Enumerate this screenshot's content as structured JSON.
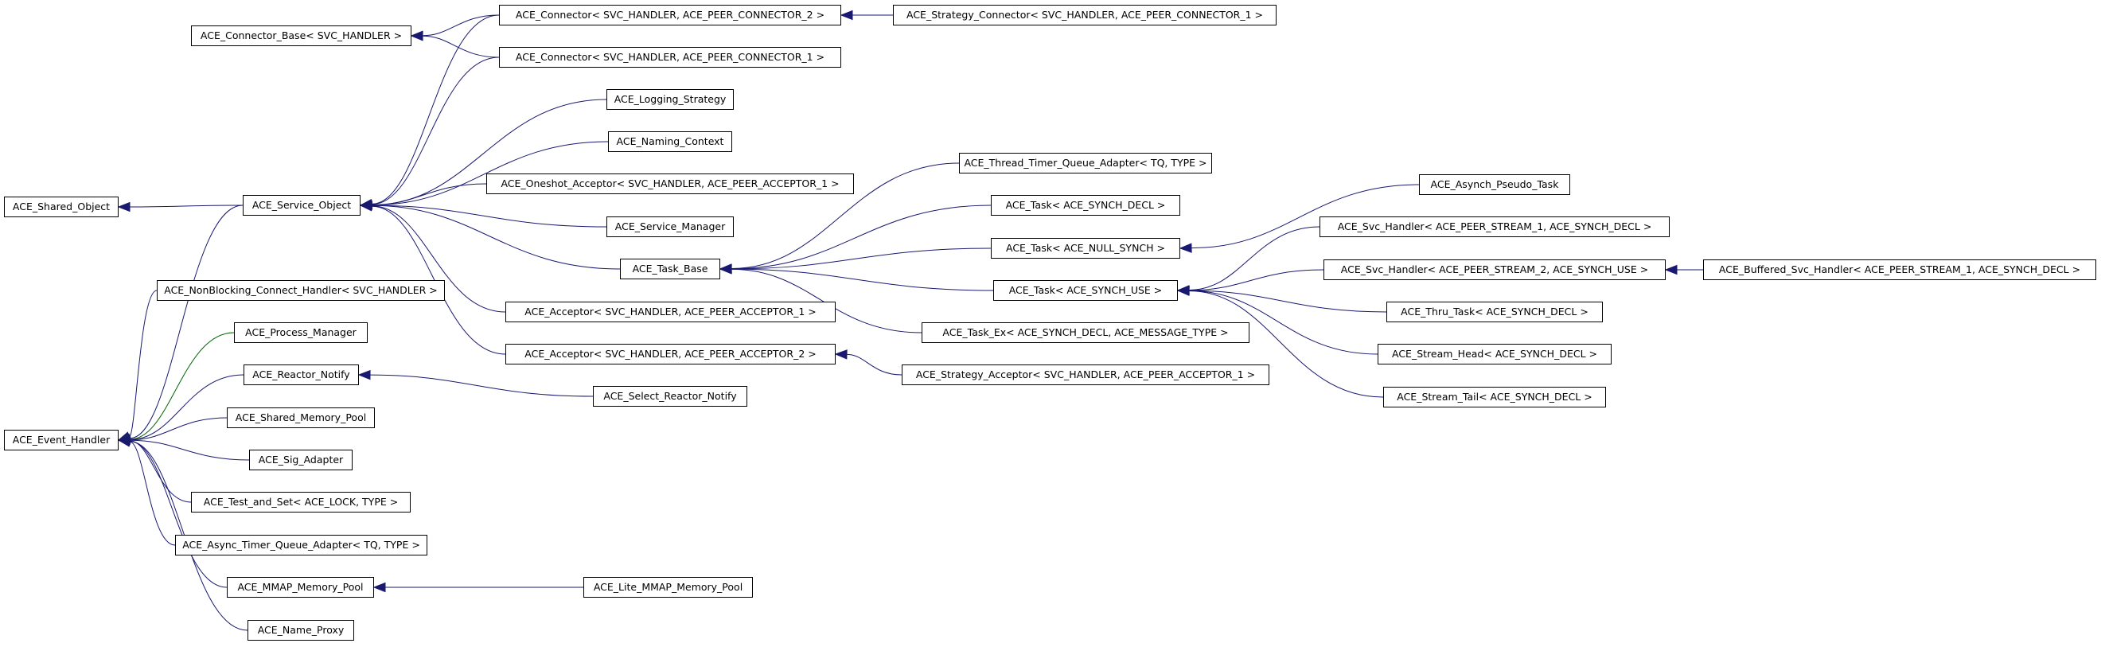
{
  "nodes": {
    "shared_object": "ACE_Shared_Object",
    "event_handler": "ACE_Event_Handler",
    "connector_base": "ACE_Connector_Base< SVC_HANDLER >",
    "service_object": "ACE_Service_Object",
    "nonblocking_connect_handler": "ACE_NonBlocking_Connect_Handler< SVC_HANDLER >",
    "process_manager": "ACE_Process_Manager",
    "reactor_notify": "ACE_Reactor_Notify",
    "shared_memory_pool": "ACE_Shared_Memory_Pool",
    "sig_adapter": "ACE_Sig_Adapter",
    "test_and_set": "ACE_Test_and_Set< ACE_LOCK, TYPE >",
    "async_timer_queue_adapter": "ACE_Async_Timer_Queue_Adapter< TQ, TYPE >",
    "mmap_memory_pool": "ACE_MMAP_Memory_Pool",
    "name_proxy": "ACE_Name_Proxy",
    "connector_2": "ACE_Connector< SVC_HANDLER, ACE_PEER_CONNECTOR_2 >",
    "connector_1": "ACE_Connector< SVC_HANDLER, ACE_PEER_CONNECTOR_1 >",
    "logging_strategy": "ACE_Logging_Strategy",
    "naming_context": "ACE_Naming_Context",
    "oneshot_acceptor": "ACE_Oneshot_Acceptor< SVC_HANDLER, ACE_PEER_ACCEPTOR_1 >",
    "service_manager": "ACE_Service_Manager",
    "task_base": "ACE_Task_Base",
    "acceptor_1": "ACE_Acceptor< SVC_HANDLER, ACE_PEER_ACCEPTOR_1 >",
    "acceptor_2": "ACE_Acceptor< SVC_HANDLER, ACE_PEER_ACCEPTOR_2 >",
    "select_reactor_notify": "ACE_Select_Reactor_Notify",
    "lite_mmap_memory_pool": "ACE_Lite_MMAP_Memory_Pool",
    "strategy_connector": "ACE_Strategy_Connector< SVC_HANDLER, ACE_PEER_CONNECTOR_1 >",
    "thread_timer_queue_adapter": "ACE_Thread_Timer_Queue_Adapter< TQ, TYPE >",
    "task_synch_decl": "ACE_Task< ACE_SYNCH_DECL >",
    "task_null_synch": "ACE_Task< ACE_NULL_SYNCH >",
    "task_synch_use": "ACE_Task< ACE_SYNCH_USE >",
    "task_ex": "ACE_Task_Ex< ACE_SYNCH_DECL, ACE_MESSAGE_TYPE >",
    "strategy_acceptor": "ACE_Strategy_Acceptor< SVC_HANDLER, ACE_PEER_ACCEPTOR_1 >",
    "asynch_pseudo_task": "ACE_Asynch_Pseudo_Task",
    "svc_handler_1": "ACE_Svc_Handler< ACE_PEER_STREAM_1, ACE_SYNCH_DECL >",
    "svc_handler_2": "ACE_Svc_Handler< ACE_PEER_STREAM_2, ACE_SYNCH_USE >",
    "thru_task": "ACE_Thru_Task< ACE_SYNCH_DECL >",
    "stream_head": "ACE_Stream_Head< ACE_SYNCH_DECL >",
    "stream_tail": "ACE_Stream_Tail< ACE_SYNCH_DECL >",
    "buffered_svc_handler": "ACE_Buffered_Svc_Handler< ACE_PEER_STREAM_1, ACE_SYNCH_DECL >"
  },
  "edges": [
    {
      "from": "service_object",
      "to": "shared_object",
      "color": "#191970"
    },
    {
      "from": "service_object",
      "to": "event_handler",
      "color": "#191970"
    },
    {
      "from": "nonblocking_connect_handler",
      "to": "event_handler",
      "color": "#191970"
    },
    {
      "from": "process_manager",
      "to": "event_handler",
      "color": "#006400"
    },
    {
      "from": "reactor_notify",
      "to": "event_handler",
      "color": "#191970"
    },
    {
      "from": "shared_memory_pool",
      "to": "event_handler",
      "color": "#191970"
    },
    {
      "from": "sig_adapter",
      "to": "event_handler",
      "color": "#191970"
    },
    {
      "from": "test_and_set",
      "to": "event_handler",
      "color": "#191970"
    },
    {
      "from": "async_timer_queue_adapter",
      "to": "event_handler",
      "color": "#191970"
    },
    {
      "from": "mmap_memory_pool",
      "to": "event_handler",
      "color": "#191970"
    },
    {
      "from": "name_proxy",
      "to": "event_handler",
      "color": "#191970"
    },
    {
      "from": "connector_2",
      "to": "connector_base",
      "color": "#191970"
    },
    {
      "from": "connector_1",
      "to": "connector_base",
      "color": "#191970"
    },
    {
      "from": "connector_2",
      "to": "service_object",
      "color": "#191970"
    },
    {
      "from": "connector_1",
      "to": "service_object",
      "color": "#191970"
    },
    {
      "from": "logging_strategy",
      "to": "service_object",
      "color": "#191970"
    },
    {
      "from": "naming_context",
      "to": "service_object",
      "color": "#191970"
    },
    {
      "from": "oneshot_acceptor",
      "to": "service_object",
      "color": "#191970"
    },
    {
      "from": "service_manager",
      "to": "service_object",
      "color": "#191970"
    },
    {
      "from": "task_base",
      "to": "service_object",
      "color": "#191970"
    },
    {
      "from": "acceptor_1",
      "to": "service_object",
      "color": "#191970"
    },
    {
      "from": "acceptor_2",
      "to": "service_object",
      "color": "#191970"
    },
    {
      "from": "select_reactor_notify",
      "to": "reactor_notify",
      "color": "#191970"
    },
    {
      "from": "lite_mmap_memory_pool",
      "to": "mmap_memory_pool",
      "color": "#191970"
    },
    {
      "from": "strategy_connector",
      "to": "connector_2",
      "color": "#191970"
    },
    {
      "from": "strategy_acceptor",
      "to": "acceptor_2",
      "color": "#191970"
    },
    {
      "from": "thread_timer_queue_adapter",
      "to": "task_base",
      "color": "#191970"
    },
    {
      "from": "task_synch_decl",
      "to": "task_base",
      "color": "#191970"
    },
    {
      "from": "task_null_synch",
      "to": "task_base",
      "color": "#191970"
    },
    {
      "from": "task_synch_use",
      "to": "task_base",
      "color": "#191970"
    },
    {
      "from": "task_ex",
      "to": "task_base",
      "color": "#191970"
    },
    {
      "from": "asynch_pseudo_task",
      "to": "task_null_synch",
      "color": "#191970"
    },
    {
      "from": "svc_handler_1",
      "to": "task_synch_use",
      "color": "#191970"
    },
    {
      "from": "svc_handler_2",
      "to": "task_synch_use",
      "color": "#191970"
    },
    {
      "from": "thru_task",
      "to": "task_synch_use",
      "color": "#191970"
    },
    {
      "from": "stream_head",
      "to": "task_synch_use",
      "color": "#191970"
    },
    {
      "from": "stream_tail",
      "to": "task_synch_use",
      "color": "#191970"
    },
    {
      "from": "buffered_svc_handler",
      "to": "svc_handler_2",
      "color": "#191970"
    }
  ]
}
